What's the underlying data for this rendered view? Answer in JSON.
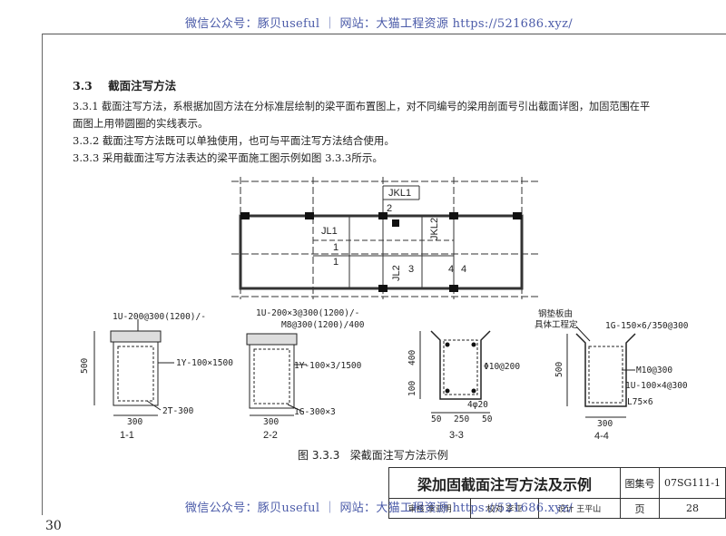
{
  "watermark": {
    "top": "微信公众号：豚贝useful ｜ 网站：大猫工程资源 https://521686.xyz/",
    "bottom": "微信公众号：豚贝useful ｜ 网站：大猫工程资源 https://521686.xyz/"
  },
  "section": {
    "heading": "3.3    截面注写方法",
    "p1_line1": "3.3.1 截面注写方法，系根据加固方法在分标准层绘制的梁平面布置图上，对不同编号的梁用剖面号引出截面详图，加固范围在平",
    "p1_line2": "面图上用带圆圈的实线表示。",
    "p2": "3.3.2 截面注写方法既可以单独使用，也可与平面注写方法结合使用。",
    "p3": "3.3.3 采用截面注写方法表达的梁平面施工图示例如图 3.3.3所示。"
  },
  "plan": {
    "jkl1": "JKL1",
    "jl1": "JL1",
    "jkl2": "JKL2",
    "jl2": "JL2",
    "cut1": "1",
    "cut2": "2",
    "cut3": "3",
    "cut4": "4"
  },
  "sections": {
    "s1": {
      "note": "1U-200@300(1200)/-",
      "tag1": "1Y-100×1500",
      "tag2": "2T-300",
      "dim_h": "500",
      "dim_w": "300",
      "label": "1-1"
    },
    "s2": {
      "note1": "1U-200×3@300(1200)/-",
      "note2": "M8@300(1200)/400",
      "tag1": "1Y-100×3/1500",
      "tag2": "1G-300×3",
      "dim_w": "300",
      "label": "2-2"
    },
    "s3": {
      "dim_h1": "400",
      "dim_h2": "100",
      "tag1": "Φ10@200",
      "tag2": "4φ20",
      "dim_w1": "50",
      "dim_w2": "250",
      "dim_w3": "50",
      "label": "3-3"
    },
    "s4": {
      "note1": "钢垫板由",
      "note2": "具体工程定",
      "tag0": "1G-150×6/350@300",
      "tag1": "M10@300",
      "tag2": "1U-100×4@300",
      "tag3": "L75×6",
      "dim_h": "500",
      "dim_w": "300",
      "label": "4-4"
    }
  },
  "figure_caption": "图 3.3.3   梁截面注写方法示例",
  "title_block": {
    "title": "梁加固截面注写方法及示例",
    "atlas_label": "图集号",
    "atlas_no": "07SG111-1",
    "review": "审核 李亚明",
    "check": "校对 李亚",
    "design": "设计 王平山",
    "page_label": "页",
    "page_no": "28"
  },
  "page_number": "30"
}
